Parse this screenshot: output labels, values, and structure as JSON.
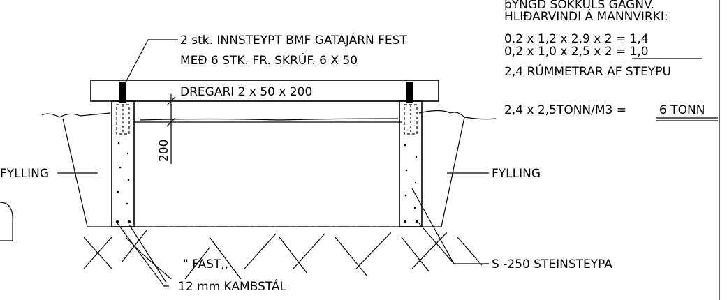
{
  "calc": {
    "header_1": "þYNGD SÖKKULS GAGNV.",
    "header_2": "HLIÐARVINDI Á MANNVIRKI:",
    "row_1": "0.2 x 1,2 x 2,9 x 2 = 1,4",
    "row_2": "0,2 x 1,0 x 2,5 x 2 = 1,0",
    "volume": "2,4 RÚMMETRAR AF STEYPU",
    "weight_expr": "2,4 x 2,5TONN/M3 =",
    "weight_result": "6 TONN"
  },
  "labels": {
    "bolts_line1": "2 stk. INNSTEYPT BMF GATAJÁRN FEST",
    "bolts_line2": "MEÐ 6 STK. FR. SKRÚF. 6 X 50",
    "beam": "DREGARI 2 x 50 x 200",
    "dimension": "200",
    "fill_left": "FYLLING",
    "fill_right": "FYLLING",
    "ground": "\" FAST,,",
    "concrete": "S -250 STEINSTEYPA",
    "rebar": "12 mm KAMBSTÁL"
  }
}
